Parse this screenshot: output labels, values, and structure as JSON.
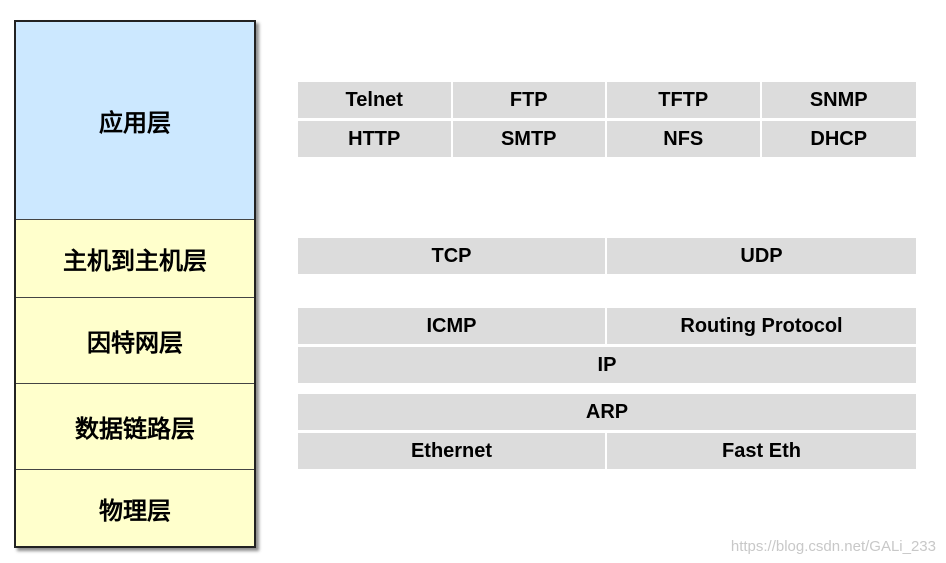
{
  "layers": [
    {
      "name": "应用层"
    },
    {
      "name": "主机到主机层"
    },
    {
      "name": "因特网层"
    },
    {
      "name": "数据链路层"
    },
    {
      "name": "物理层"
    }
  ],
  "application": {
    "row1": [
      "Telnet",
      "FTP",
      "TFTP",
      "SNMP"
    ],
    "row2": [
      "HTTP",
      "SMTP",
      "NFS",
      "DHCP"
    ]
  },
  "transport": [
    "TCP",
    "UDP"
  ],
  "internet": {
    "row1": [
      "ICMP",
      "Routing Protocol"
    ],
    "row2": [
      "IP"
    ]
  },
  "datalink": {
    "row1": [
      "ARP"
    ],
    "row2": [
      "Ethernet",
      "Fast Eth"
    ]
  },
  "watermark": "https://blog.csdn.net/GALi_233",
  "colors": {
    "application_layer_bg": "#cce8ff",
    "other_layer_bg": "#ffffcc",
    "protocol_cell_bg": "#dcdcdc"
  }
}
